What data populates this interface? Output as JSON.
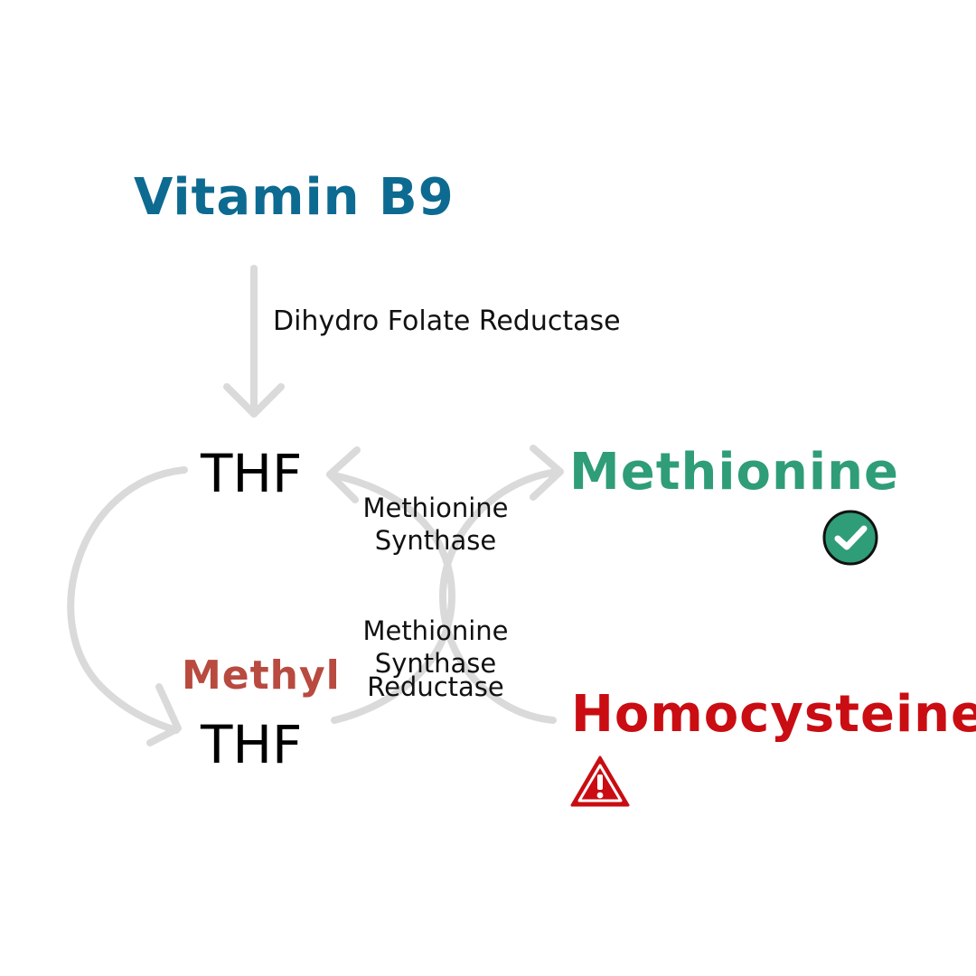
{
  "title": "Vitamin B9",
  "enzyme_reduction": "Dihydro Folate Reductase",
  "thf_top": "THF",
  "methyl": "Methyl",
  "thf_bottom": "THF",
  "methionine": "Methionine",
  "homocysteine": "Homocysteine",
  "enzyme_methionine_synthase": [
    "Methionine",
    "Synthase"
  ],
  "enzyme_mtr_reductase": [
    "Methionine",
    "Synthase",
    "Reductase"
  ],
  "icons": {
    "methionine_status": "check-circle-icon",
    "homocysteine_status": "warning-triangle-icon"
  },
  "colors": {
    "title": "#0d6a91",
    "methionine": "#2f9d78",
    "methyl": "#b84a40",
    "homocysteine": "#c90d12",
    "arrow": "#dadada",
    "check_fill": "#2f9d78",
    "warning_fill": "#c90d12"
  }
}
